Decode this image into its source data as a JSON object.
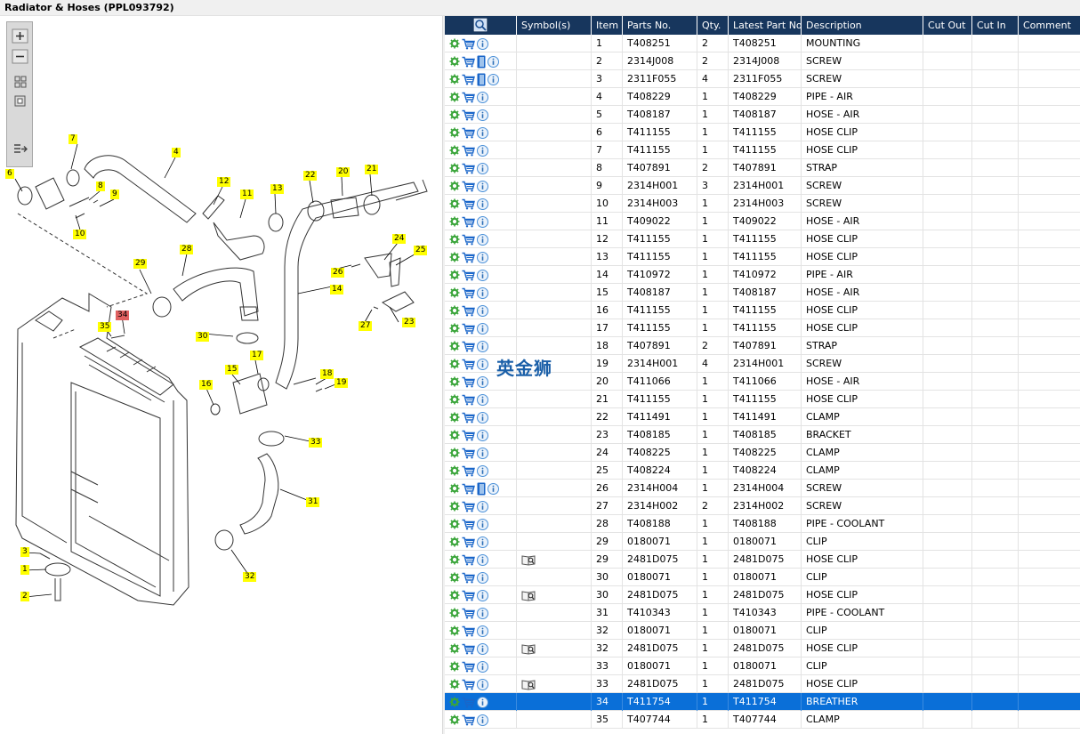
{
  "window": {
    "title": "Radiator & Hoses (PPL093792)"
  },
  "zoom_toolbar": {
    "buttons": [
      "zoom-in-icon",
      "zoom-out-icon",
      "fit-all-icon",
      "fit-window-icon",
      "toggle-list-icon"
    ]
  },
  "diagram": {
    "callouts": [
      {
        "label": "1"
      },
      {
        "label": "2"
      },
      {
        "label": "3"
      },
      {
        "label": "4"
      },
      {
        "label": "6"
      },
      {
        "label": "7"
      },
      {
        "label": "8"
      },
      {
        "label": "9"
      },
      {
        "label": "10"
      },
      {
        "label": "11"
      },
      {
        "label": "12"
      },
      {
        "label": "13"
      },
      {
        "label": "14"
      },
      {
        "label": "15"
      },
      {
        "label": "16"
      },
      {
        "label": "17"
      },
      {
        "label": "18"
      },
      {
        "label": "19"
      },
      {
        "label": "20"
      },
      {
        "label": "21"
      },
      {
        "label": "22"
      },
      {
        "label": "23"
      },
      {
        "label": "24"
      },
      {
        "label": "25"
      },
      {
        "label": "26"
      },
      {
        "label": "27"
      },
      {
        "label": "28"
      },
      {
        "label": "29"
      },
      {
        "label": "30"
      },
      {
        "label": "31"
      },
      {
        "label": "32"
      },
      {
        "label": "33"
      },
      {
        "label": "34",
        "selected": true
      },
      {
        "label": "35"
      }
    ]
  },
  "grid": {
    "columns": [
      "",
      "Symbol(s)",
      "Item",
      "Parts No.",
      "Qty.",
      "Latest Part No.",
      "Description",
      "Cut Out",
      "Cut In",
      "Comment"
    ],
    "colors": {
      "header": "#17365d",
      "selected_row": "#0a6fd8",
      "gear": "#3aa53a",
      "cart": "#1a66c9",
      "info": "#4a90d9"
    },
    "rows": [
      {
        "item": "1",
        "parts_no": "T408251",
        "qty": "2",
        "latest": "T408251",
        "desc": "MOUNTING",
        "extra": "",
        "symbol": ""
      },
      {
        "item": "2",
        "parts_no": "2314J008",
        "qty": "2",
        "latest": "2314J008",
        "desc": "SCREW",
        "extra": "doc",
        "symbol": ""
      },
      {
        "item": "3",
        "parts_no": "2311F055",
        "qty": "4",
        "latest": "2311F055",
        "desc": "SCREW",
        "extra": "doc",
        "symbol": ""
      },
      {
        "item": "4",
        "parts_no": "T408229",
        "qty": "1",
        "latest": "T408229",
        "desc": "PIPE - AIR",
        "extra": "",
        "symbol": ""
      },
      {
        "item": "5",
        "parts_no": "T408187",
        "qty": "1",
        "latest": "T408187",
        "desc": "HOSE - AIR",
        "extra": "",
        "symbol": ""
      },
      {
        "item": "6",
        "parts_no": "T411155",
        "qty": "1",
        "latest": "T411155",
        "desc": "HOSE CLIP",
        "extra": "",
        "symbol": ""
      },
      {
        "item": "7",
        "parts_no": "T411155",
        "qty": "1",
        "latest": "T411155",
        "desc": "HOSE CLIP",
        "extra": "",
        "symbol": ""
      },
      {
        "item": "8",
        "parts_no": "T407891",
        "qty": "2",
        "latest": "T407891",
        "desc": "STRAP",
        "extra": "",
        "symbol": ""
      },
      {
        "item": "9",
        "parts_no": "2314H001",
        "qty": "3",
        "latest": "2314H001",
        "desc": "SCREW",
        "extra": "",
        "symbol": ""
      },
      {
        "item": "10",
        "parts_no": "2314H003",
        "qty": "1",
        "latest": "2314H003",
        "desc": "SCREW",
        "extra": "",
        "symbol": ""
      },
      {
        "item": "11",
        "parts_no": "T409022",
        "qty": "1",
        "latest": "T409022",
        "desc": "HOSE - AIR",
        "extra": "",
        "symbol": ""
      },
      {
        "item": "12",
        "parts_no": "T411155",
        "qty": "1",
        "latest": "T411155",
        "desc": "HOSE CLIP",
        "extra": "",
        "symbol": ""
      },
      {
        "item": "13",
        "parts_no": "T411155",
        "qty": "1",
        "latest": "T411155",
        "desc": "HOSE CLIP",
        "extra": "",
        "symbol": ""
      },
      {
        "item": "14",
        "parts_no": "T410972",
        "qty": "1",
        "latest": "T410972",
        "desc": "PIPE - AIR",
        "extra": "",
        "symbol": ""
      },
      {
        "item": "15",
        "parts_no": "T408187",
        "qty": "1",
        "latest": "T408187",
        "desc": "HOSE - AIR",
        "extra": "",
        "symbol": ""
      },
      {
        "item": "16",
        "parts_no": "T411155",
        "qty": "1",
        "latest": "T411155",
        "desc": "HOSE CLIP",
        "extra": "",
        "symbol": ""
      },
      {
        "item": "17",
        "parts_no": "T411155",
        "qty": "1",
        "latest": "T411155",
        "desc": "HOSE CLIP",
        "extra": "",
        "symbol": ""
      },
      {
        "item": "18",
        "parts_no": "T407891",
        "qty": "2",
        "latest": "T407891",
        "desc": "STRAP",
        "extra": "",
        "symbol": ""
      },
      {
        "item": "19",
        "parts_no": "2314H001",
        "qty": "4",
        "latest": "2314H001",
        "desc": "SCREW",
        "extra": "",
        "symbol": ""
      },
      {
        "item": "20",
        "parts_no": "T411066",
        "qty": "1",
        "latest": "T411066",
        "desc": "HOSE - AIR",
        "extra": "",
        "symbol": ""
      },
      {
        "item": "21",
        "parts_no": "T411155",
        "qty": "1",
        "latest": "T411155",
        "desc": "HOSE CLIP",
        "extra": "",
        "symbol": ""
      },
      {
        "item": "22",
        "parts_no": "T411491",
        "qty": "1",
        "latest": "T411491",
        "desc": "CLAMP",
        "extra": "",
        "symbol": ""
      },
      {
        "item": "23",
        "parts_no": "T408185",
        "qty": "1",
        "latest": "T408185",
        "desc": "BRACKET",
        "extra": "",
        "symbol": ""
      },
      {
        "item": "24",
        "parts_no": "T408225",
        "qty": "1",
        "latest": "T408225",
        "desc": "CLAMP",
        "extra": "",
        "symbol": ""
      },
      {
        "item": "25",
        "parts_no": "T408224",
        "qty": "1",
        "latest": "T408224",
        "desc": "CLAMP",
        "extra": "",
        "symbol": ""
      },
      {
        "item": "26",
        "parts_no": "2314H004",
        "qty": "1",
        "latest": "2314H004",
        "desc": "SCREW",
        "extra": "doc",
        "symbol": ""
      },
      {
        "item": "27",
        "parts_no": "2314H002",
        "qty": "2",
        "latest": "2314H002",
        "desc": "SCREW",
        "extra": "",
        "symbol": ""
      },
      {
        "item": "28",
        "parts_no": "T408188",
        "qty": "1",
        "latest": "T408188",
        "desc": "PIPE - COOLANT",
        "extra": "",
        "symbol": ""
      },
      {
        "item": "29",
        "parts_no": "0180071",
        "qty": "1",
        "latest": "0180071",
        "desc": "CLIP",
        "extra": "",
        "symbol": ""
      },
      {
        "item": "29",
        "parts_no": "2481D075",
        "qty": "1",
        "latest": "2481D075",
        "desc": "HOSE CLIP",
        "extra": "",
        "symbol": "book"
      },
      {
        "item": "30",
        "parts_no": "0180071",
        "qty": "1",
        "latest": "0180071",
        "desc": "CLIP",
        "extra": "",
        "symbol": ""
      },
      {
        "item": "30",
        "parts_no": "2481D075",
        "qty": "1",
        "latest": "2481D075",
        "desc": "HOSE CLIP",
        "extra": "",
        "symbol": "book"
      },
      {
        "item": "31",
        "parts_no": "T410343",
        "qty": "1",
        "latest": "T410343",
        "desc": "PIPE - COOLANT",
        "extra": "",
        "symbol": ""
      },
      {
        "item": "32",
        "parts_no": "0180071",
        "qty": "1",
        "latest": "0180071",
        "desc": "CLIP",
        "extra": "",
        "symbol": ""
      },
      {
        "item": "32",
        "parts_no": "2481D075",
        "qty": "1",
        "latest": "2481D075",
        "desc": "HOSE CLIP",
        "extra": "",
        "symbol": "book"
      },
      {
        "item": "33",
        "parts_no": "0180071",
        "qty": "1",
        "latest": "0180071",
        "desc": "CLIP",
        "extra": "",
        "symbol": ""
      },
      {
        "item": "33",
        "parts_no": "2481D075",
        "qty": "1",
        "latest": "2481D075",
        "desc": "HOSE CLIP",
        "extra": "",
        "symbol": "book"
      },
      {
        "item": "34",
        "parts_no": "T411754",
        "qty": "1",
        "latest": "T411754",
        "desc": "BREATHER",
        "extra": "",
        "symbol": "",
        "selected": true
      },
      {
        "item": "35",
        "parts_no": "T407744",
        "qty": "1",
        "latest": "T407744",
        "desc": "CLAMP",
        "extra": "",
        "symbol": ""
      }
    ]
  },
  "watermark": {
    "text": "英金狮"
  }
}
